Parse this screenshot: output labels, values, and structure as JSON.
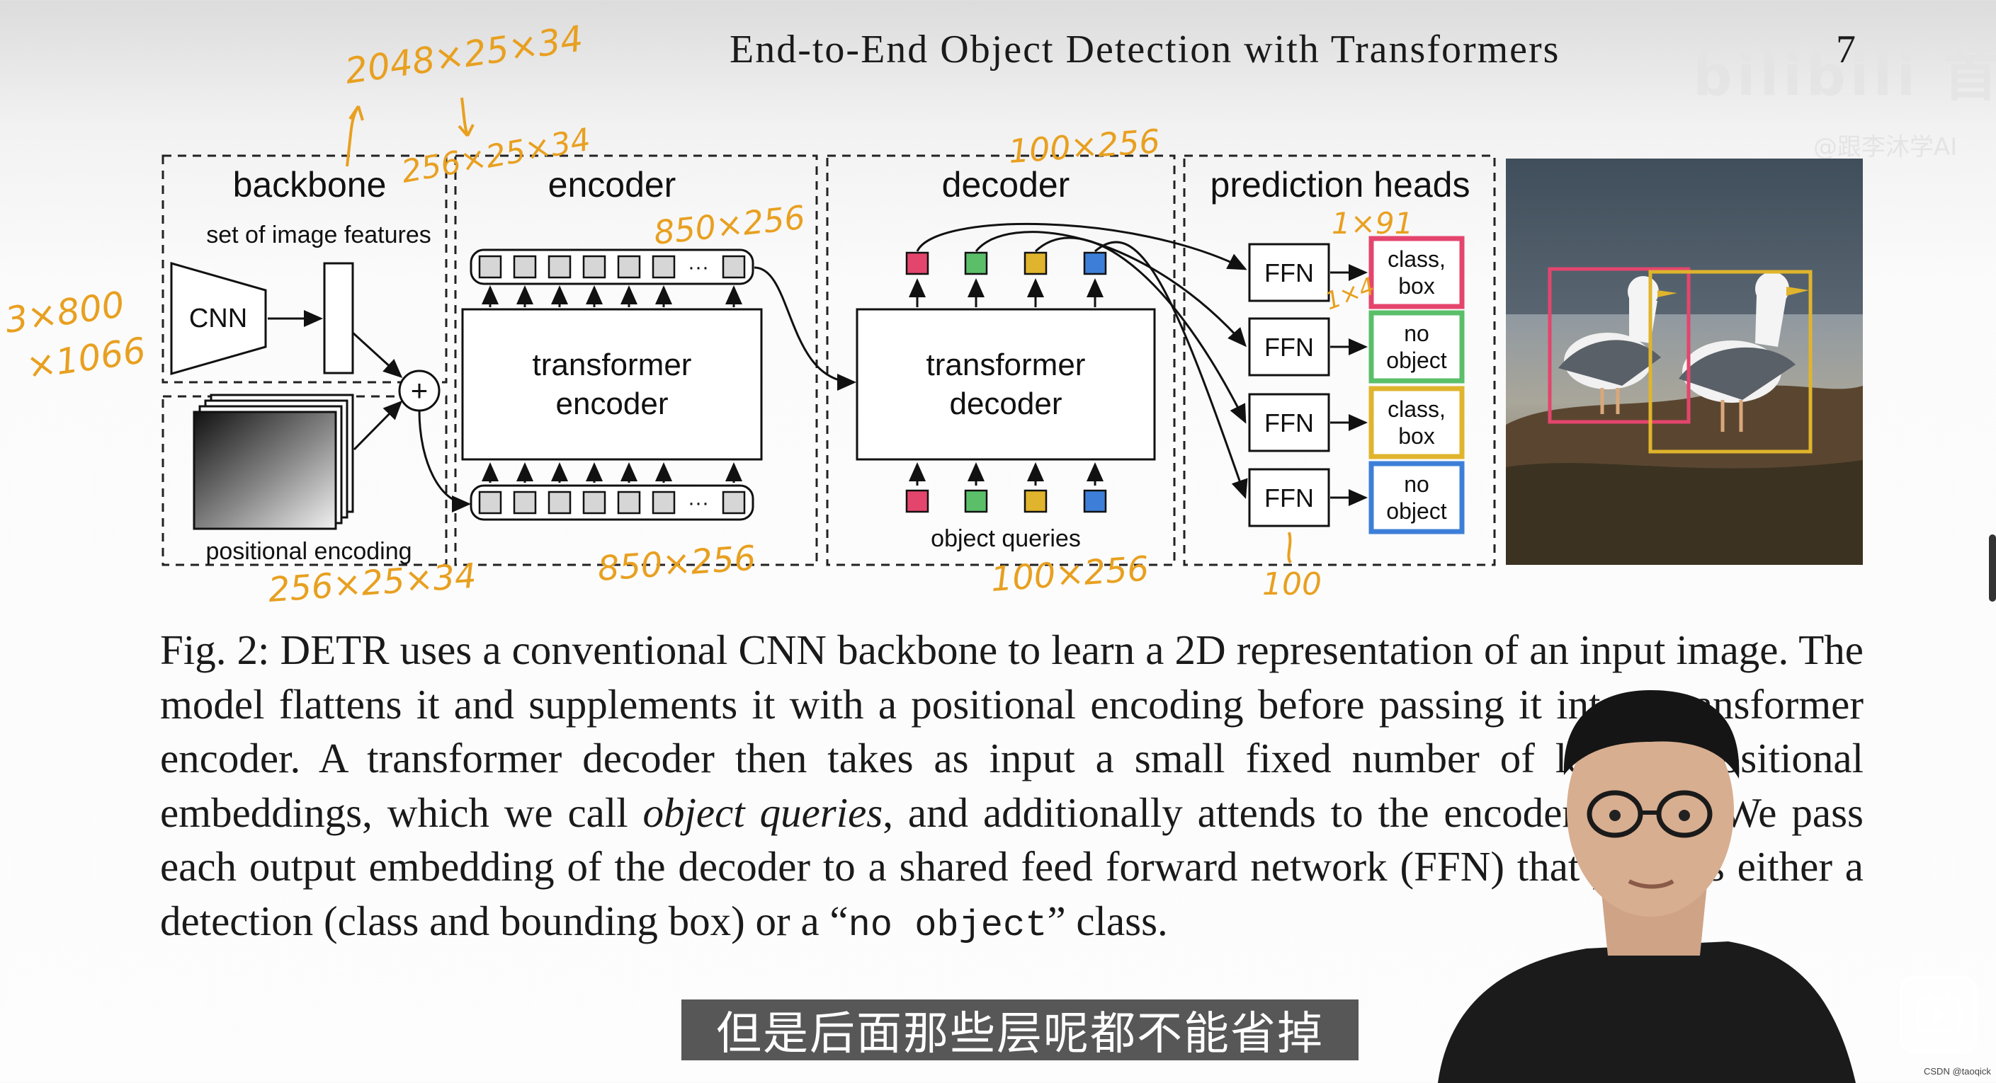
{
  "page": {
    "header_title": "End-to-End Object Detection with Transformers",
    "page_number": "7",
    "watermark": "bilibili 首发",
    "watermark_sub": "@跟李沐学AI"
  },
  "figure": {
    "sections": {
      "backbone": "backbone",
      "encoder": "encoder",
      "decoder": "decoder",
      "prediction_heads": "prediction heads"
    },
    "labels": {
      "set_of_image_features": "set of image features",
      "cnn": "CNN",
      "positional_encoding": "positional encoding",
      "plus": "+",
      "transformer_encoder_line1": "transformer",
      "transformer_encoder_line2": "encoder",
      "transformer_decoder_line1": "transformer",
      "transformer_decoder_line2": "decoder",
      "object_queries": "object queries",
      "ellipsis": "···",
      "ffn": "FFN"
    },
    "query_colors": [
      "#e4456d",
      "#5bbf6a",
      "#e0b42c",
      "#3d7fd8"
    ],
    "prediction_outputs": [
      {
        "line1": "class,",
        "line2": "box",
        "color": "#e4456d"
      },
      {
        "line1": "no",
        "line2": "object",
        "color": "#5bbf6a"
      },
      {
        "line1": "class,",
        "line2": "box",
        "color": "#e0b42c"
      },
      {
        "line1": "no",
        "line2": "object",
        "color": "#3d7fd8"
      }
    ],
    "handwritten_annotations": {
      "input_size": "3×800",
      "input_size_2": "×1066",
      "backbone_out": "2048×25×34",
      "projected": "256×25×34",
      "pos_enc": "256×25×34",
      "encoder_out_top": "850×256",
      "encoder_in_bottom": "850×256",
      "decoder_out_top": "100×256",
      "queries": "100×256",
      "class_dim": "1×91",
      "box_dim": "1×4",
      "num_preds": "100",
      "annotation_color": "#e8a020"
    }
  },
  "caption": {
    "fig_label": "Fig. 2:",
    "text_1": "DETR uses a conventional CNN backbone to learn a 2D representation of an input image. The model flattens it and supplements it with a positional encoding before passing it into a transformer encoder. A transformer decoder then takes as input a small fixed number of learned positional embeddings, which we call ",
    "italic": "object queries",
    "text_2": ", and additionally attends to the encoder output. We pass each output embedding of the decoder to a shared feed forward network (FFN) that predicts either a detection (class and bounding box) or a “",
    "mono": "no object",
    "text_3": "” class."
  },
  "video": {
    "subtitle": "但是后面那些层呢都不能省掉",
    "corner_mark": "CSDN @taoqick"
  }
}
